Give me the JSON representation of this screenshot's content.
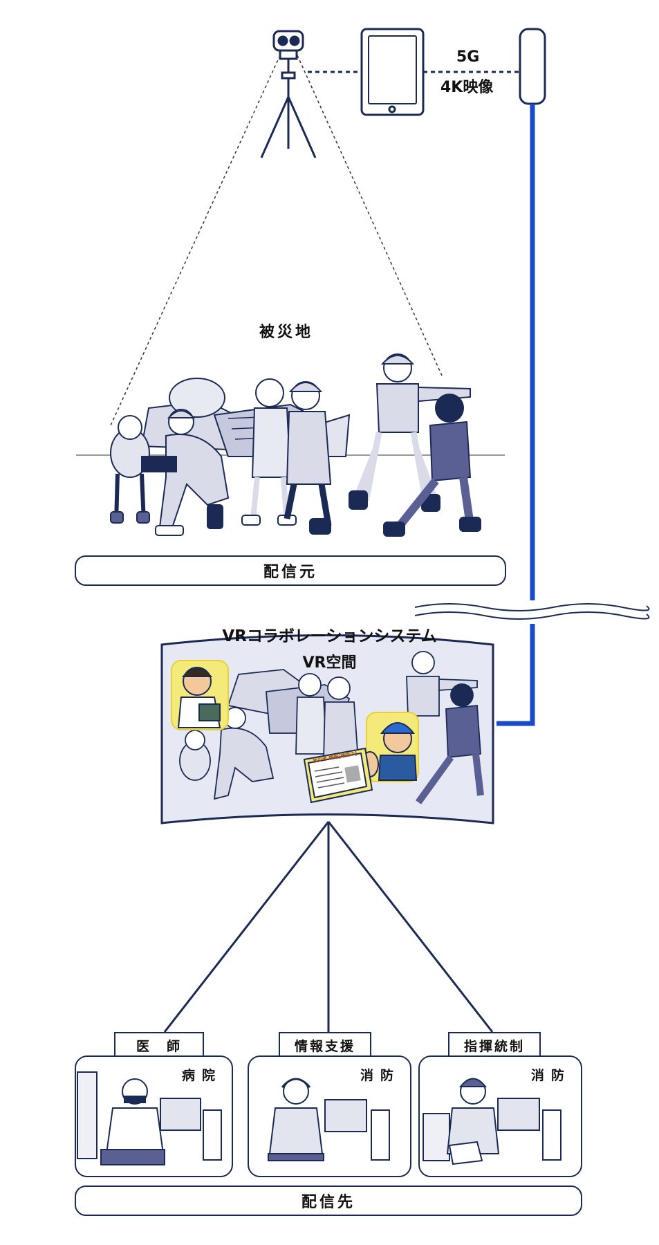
{
  "network": {
    "line1": "5G",
    "line2": "4K映像"
  },
  "source_scene": {
    "label": "被災地",
    "footer": "配信元"
  },
  "vr_system": {
    "title": "VRコラボレーションシステム",
    "space_label": "VR空間",
    "tablet_header": "被災者 情報[確認中]"
  },
  "destinations": {
    "footer": "配信先",
    "items": [
      {
        "role": "医　師",
        "place": "病院"
      },
      {
        "role": "情報支援",
        "place": "消防"
      },
      {
        "role": "指揮統制",
        "place": "消防"
      }
    ]
  },
  "colors": {
    "navy": "#1b2a55",
    "blue": "#1a49c9",
    "figure_light": "#d9dce8",
    "figure_dark": "#5a5f94",
    "vr_bg": "#e6e9f4",
    "highlight": "#f4ea7a"
  }
}
